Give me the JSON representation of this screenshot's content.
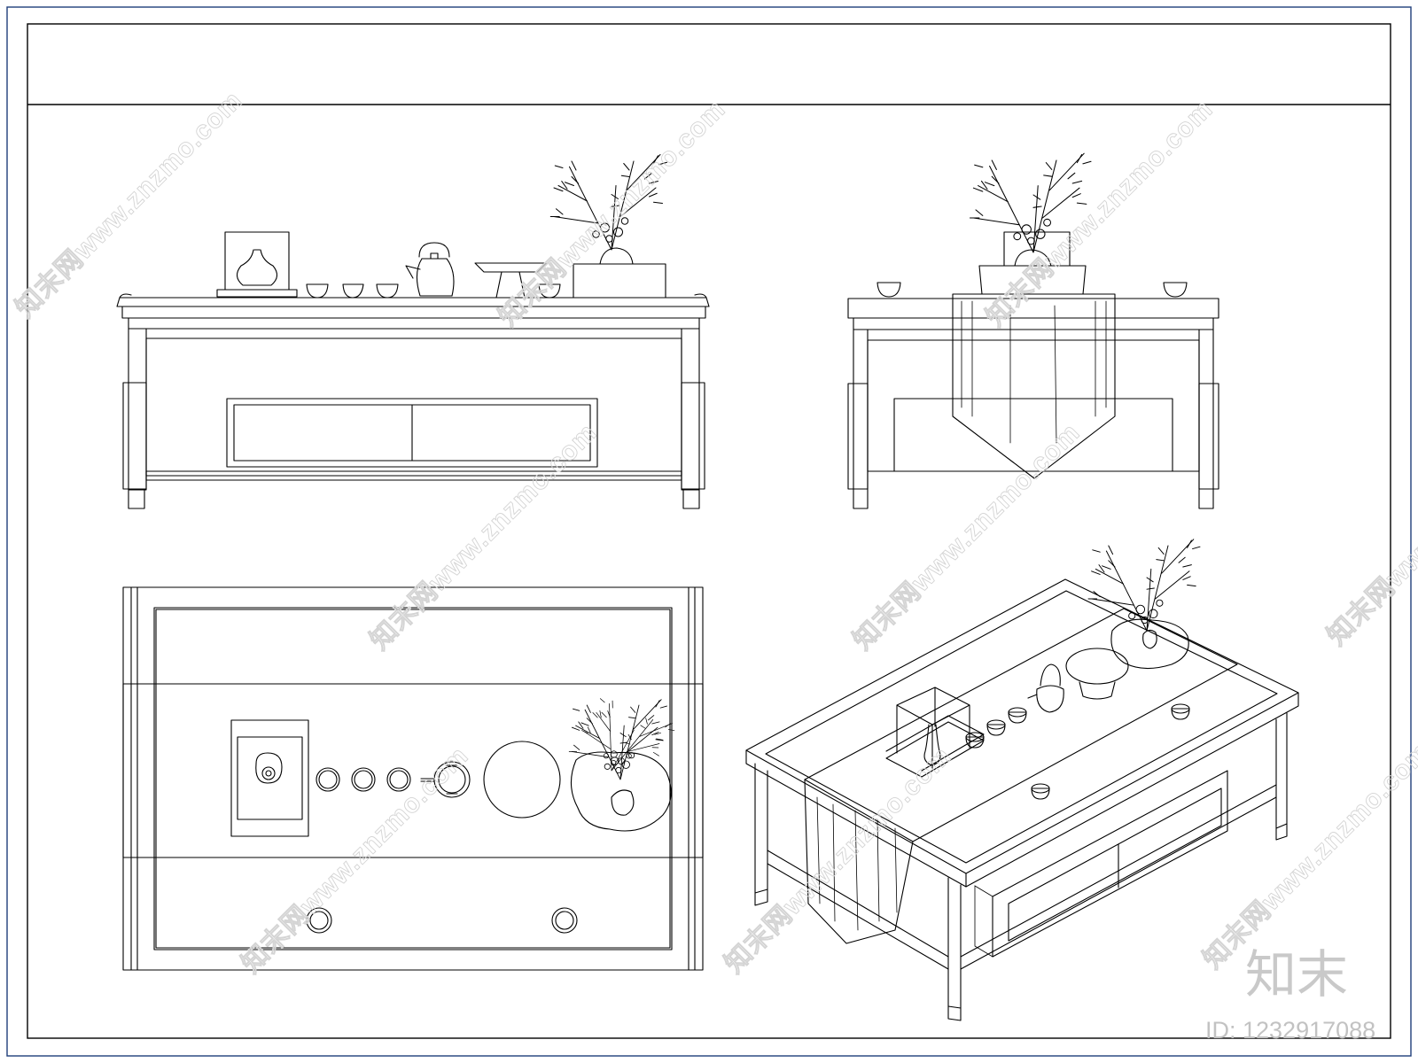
{
  "watermark": {
    "text": "知末网www.znzmo.com"
  },
  "brand": {
    "logo": "知末",
    "id_label": "ID: 1232917088"
  },
  "colors": {
    "line": "#000000",
    "frame": "#1f3f7a",
    "watermark": "#d4d4d4"
  }
}
